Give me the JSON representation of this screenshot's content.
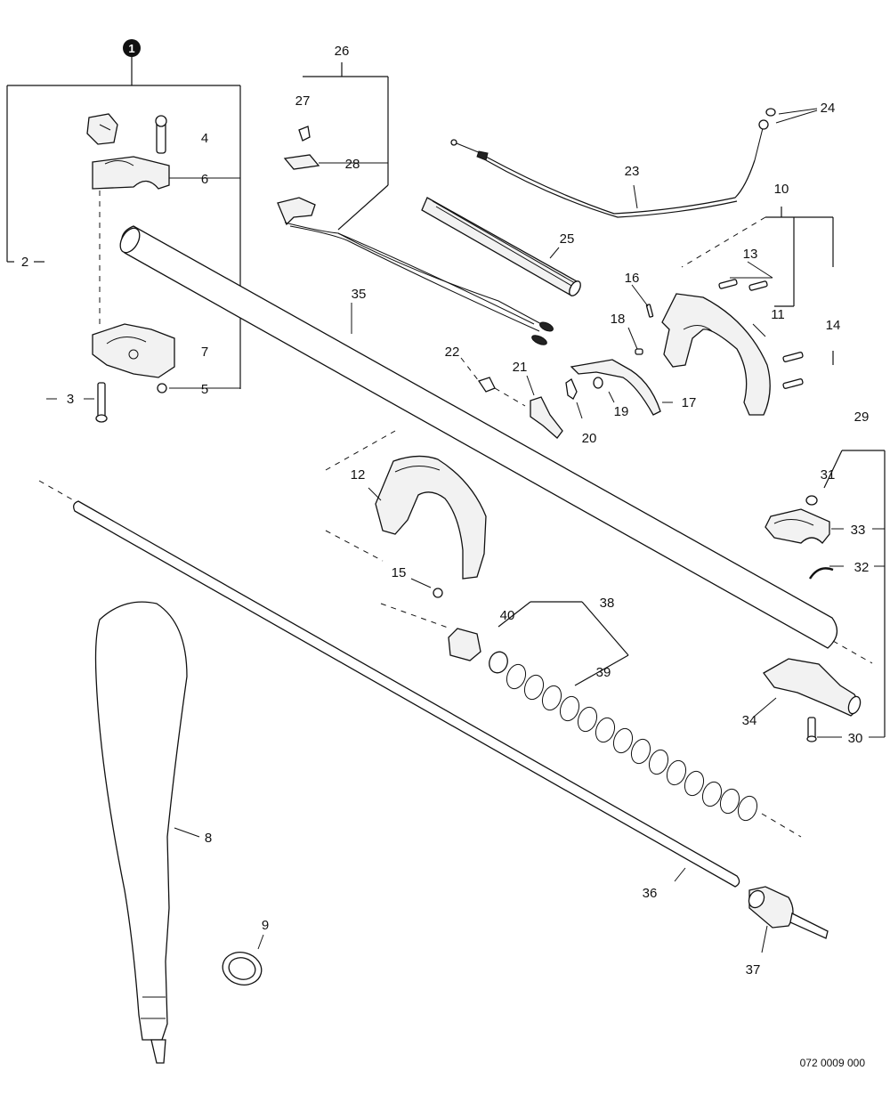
{
  "figure_code": "072 0009 000",
  "group_marker": "1",
  "callouts": {
    "c2": "2",
    "c3": "3",
    "c4": "4",
    "c5": "5",
    "c6": "6",
    "c7": "7",
    "c8": "8",
    "c9": "9",
    "c10": "10",
    "c11": "11",
    "c12": "12",
    "c13": "13",
    "c14": "14",
    "c15": "15",
    "c16": "16",
    "c17": "17",
    "c18": "18",
    "c19": "19",
    "c20": "20",
    "c21": "21",
    "c22": "22",
    "c23": "23",
    "c24": "24",
    "c25": "25",
    "c26": "26",
    "c27": "27",
    "c28": "28",
    "c29": "29",
    "c30": "30",
    "c31": "31",
    "c32": "32",
    "c33": "33",
    "c34": "34",
    "c35": "35",
    "c36": "36",
    "c37": "37",
    "c38": "38",
    "c39": "39",
    "c40": "40"
  }
}
